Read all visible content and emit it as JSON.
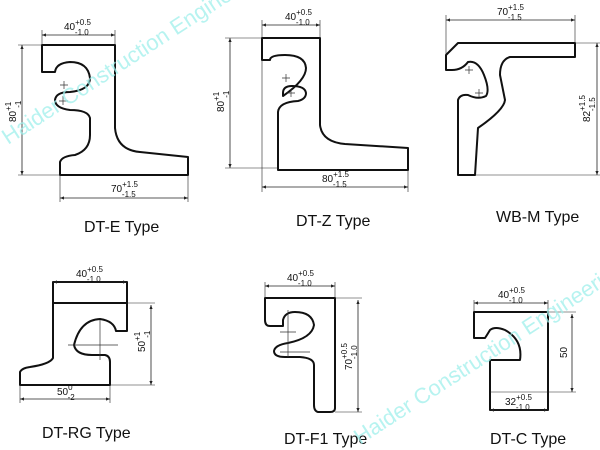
{
  "watermark": [
    "Haider Construction Engineering Ma",
    "Haider Construction Engineering"
  ],
  "profiles": [
    {
      "name": "DT-E Type",
      "dims": [
        {
          "v": "40",
          "up": "+0.5",
          "lo": "-1.0"
        },
        {
          "v": "80",
          "up": "+1",
          "lo": "-1"
        },
        {
          "v": "70",
          "up": "+1.5",
          "lo": "-1.5"
        }
      ]
    },
    {
      "name": "DT-Z Type",
      "dims": [
        {
          "v": "40",
          "up": "+0.5",
          "lo": "-1.0"
        },
        {
          "v": "80",
          "up": "+1",
          "lo": "-1"
        },
        {
          "v": "80",
          "up": "+1.5",
          "lo": "-1.5"
        }
      ]
    },
    {
      "name": "WB-M Type",
      "dims": [
        {
          "v": "70",
          "up": "+1.5",
          "lo": "-1.5"
        },
        {
          "v": "82",
          "up": "+1.5",
          "lo": "-1.5"
        }
      ]
    },
    {
      "name": "DT-RG Type",
      "dims": [
        {
          "v": "40",
          "up": "+0.5",
          "lo": "-1.0"
        },
        {
          "v": "50",
          "up": "+1",
          "lo": "-1"
        },
        {
          "v": "50",
          "up": "0",
          "lo": "-2"
        }
      ]
    },
    {
      "name": "DT-F1 Type",
      "dims": [
        {
          "v": "40",
          "up": "+0.5",
          "lo": "-1.0"
        },
        {
          "v": "70",
          "up": "+0.5",
          "lo": "-1.0"
        }
      ]
    },
    {
      "name": "DT-C Type",
      "dims": [
        {
          "v": "40",
          "up": "+0.5",
          "lo": "-1.0"
        },
        {
          "v": "50",
          "up": "",
          "lo": ""
        },
        {
          "v": "32",
          "up": "+0.5",
          "lo": "-1.0"
        }
      ]
    }
  ]
}
